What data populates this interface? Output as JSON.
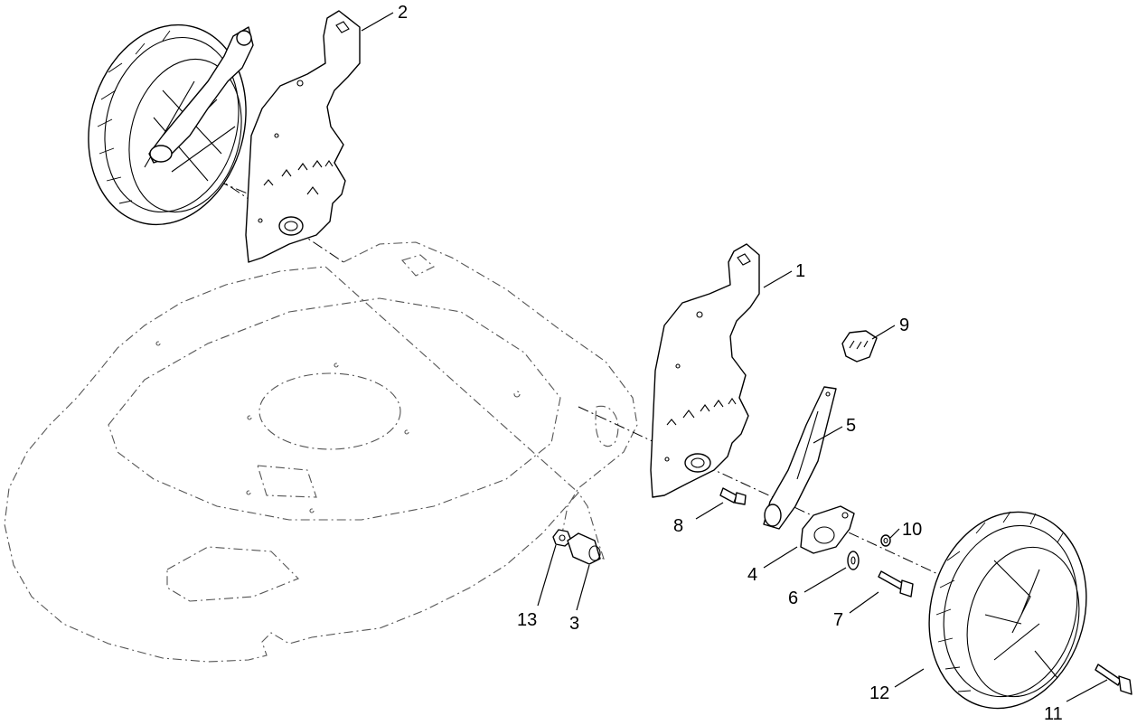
{
  "callouts": [
    {
      "id": "1",
      "label": "1"
    },
    {
      "id": "2",
      "label": "2"
    },
    {
      "id": "3",
      "label": "3"
    },
    {
      "id": "4",
      "label": "4"
    },
    {
      "id": "5",
      "label": "5"
    },
    {
      "id": "6",
      "label": "6"
    },
    {
      "id": "7",
      "label": "7"
    },
    {
      "id": "8",
      "label": "8"
    },
    {
      "id": "9",
      "label": "9"
    },
    {
      "id": "10",
      "label": "10"
    },
    {
      "id": "11",
      "label": "11"
    },
    {
      "id": "12",
      "label": "12"
    },
    {
      "id": "13",
      "label": "13"
    }
  ],
  "colors": {
    "line": "#000000",
    "phantom": "#555555",
    "background": "#ffffff"
  }
}
